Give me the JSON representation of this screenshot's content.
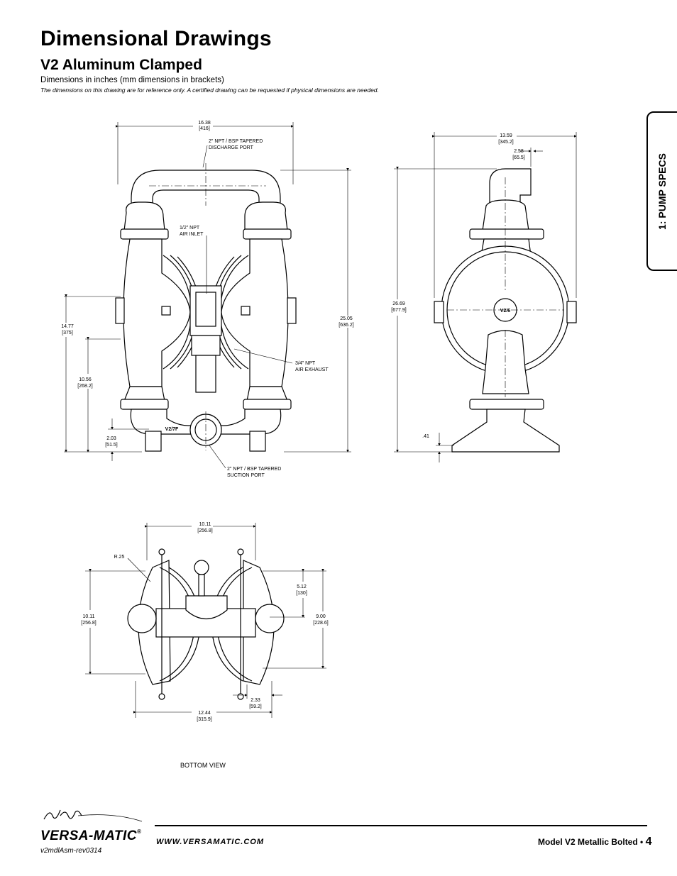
{
  "header": {
    "title": "Dimensional Drawings",
    "subtitle": "V2 Aluminum Clamped",
    "dimensions_note": "Dimensions in inches (mm dimensions in brackets)",
    "disclaimer": "The dimensions on this drawing are for reference only.  A certified drawing can be requested if physical dimensions are needed."
  },
  "side_tab": {
    "label": "1: PUMP SPECS"
  },
  "front_view": {
    "width_in": "16.38",
    "width_mm": "[416]",
    "discharge_port_1": "2\" NPT / BSP TAPERED",
    "discharge_port_2": "DISCHARGE PORT",
    "air_inlet_1": "1/2\" NPT",
    "air_inlet_2": "AIR INLET",
    "air_exhaust_1": "3/4\" NPT",
    "air_exhaust_2": "AIR EXHAUST",
    "height_in": "25.05",
    "height_mm": "[636.2]",
    "h1_in": "14.77",
    "h1_mm": "[375]",
    "h2_in": "10.56",
    "h2_mm": "[268.2]",
    "h3_in": "2.03",
    "h3_mm": "[51.5]",
    "suction_port_1": "2\" NPT / BSP TAPERED",
    "suction_port_2": "SUCTION PORT",
    "model_mark": "V2/7F"
  },
  "side_view": {
    "width_in": "13.59",
    "width_mm": "[345.2]",
    "offset_in": "2.58",
    "offset_mm": "[65.5]",
    "height_in": "26.69",
    "height_mm": "[677.9]",
    "base_in": ".41",
    "model_mark": "V2/6"
  },
  "bottom_view": {
    "width_in": "10.11",
    "width_mm": "[256.8]",
    "radius": "R.25",
    "a_in": "5.12",
    "a_mm": "[130]",
    "b_in": "9.00",
    "b_mm": "[228.6]",
    "c_in": "10.11",
    "c_mm": "[256.8]",
    "d_in": "2.33",
    "d_mm": "[59.2]",
    "e_in": "12.44",
    "e_mm": "[315.9]",
    "caption": "BOTTOM VIEW"
  },
  "footer": {
    "brand": "VERSA-MATIC",
    "brand_reg": "®",
    "url": "WWW.VERSAMATIC.COM",
    "model": "Model V2 Metallic Bolted •",
    "page": "4",
    "revision": "v2mdlAsm-rev0314"
  }
}
